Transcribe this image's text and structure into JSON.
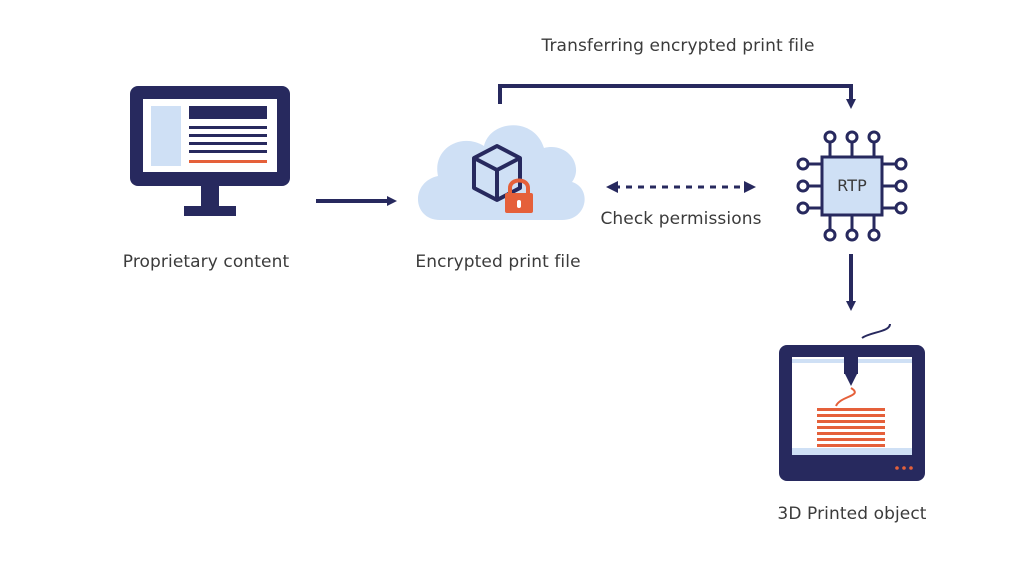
{
  "labels": {
    "proprietary_content": "Proprietary content",
    "encrypted_print_file": "Encrypted print file",
    "transferring": "Transferring encrypted print file",
    "check_permissions": "Check permissions",
    "rtp": "RTP",
    "printed_object": "3D Printed object"
  },
  "icons": {
    "monitor": "monitor-icon",
    "cloud": "cloud-icon",
    "cube": "cube-icon",
    "lock": "padlock-icon",
    "chip": "chip-icon",
    "printer": "3d-printer-icon"
  },
  "colors": {
    "navy": "#27295e",
    "light_blue": "#cfe0f5",
    "orange": "#e5603a",
    "text": "#3b3b3b"
  }
}
